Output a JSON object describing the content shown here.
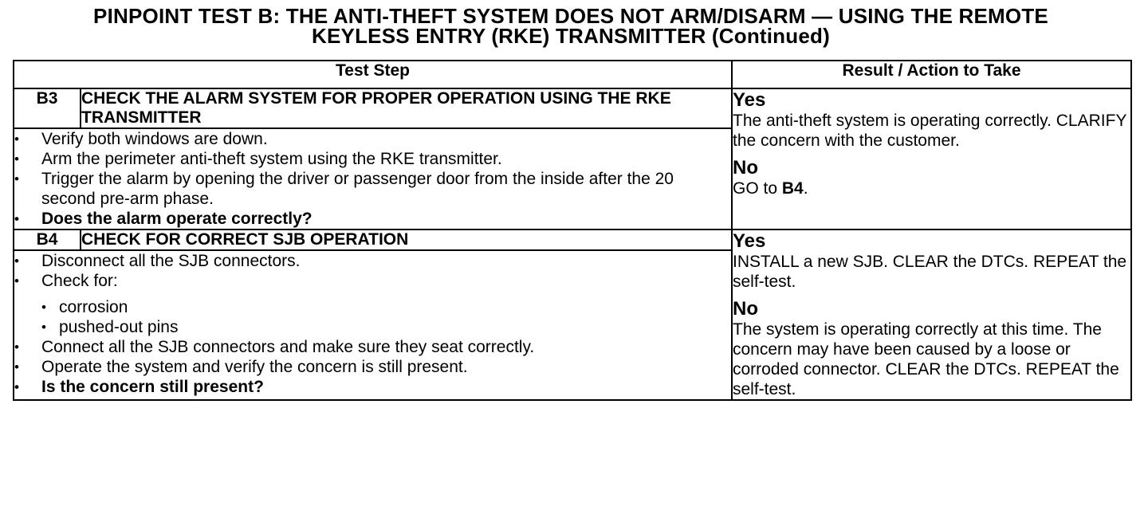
{
  "title": {
    "line1": "PINPOINT TEST  B: THE ANTI-THEFT SYSTEM DOES NOT ARM/DISARM — USING THE REMOTE",
    "line2": "KEYLESS ENTRY (RKE) TRANSMITTER (Continued)"
  },
  "table": {
    "header_step": "Test Step",
    "header_result": "Result / Action to Take"
  },
  "b3": {
    "id": "B3",
    "title": "CHECK THE ALARM SYSTEM FOR PROPER OPERATION USING THE RKE TRANSMITTER",
    "steps": [
      "Verify both windows are down.",
      "Arm the perimeter anti-theft system using the RKE transmitter.",
      "Trigger the alarm by opening the driver or passenger door from the inside after the 20 second pre-arm phase."
    ],
    "question": "Does the alarm operate correctly?",
    "yes_label": "Yes",
    "yes_text": "The anti-theft system is operating correctly. CLARIFY the concern with the customer.",
    "no_label": "No",
    "no_text_prefix": "GO to ",
    "no_ref": "B4",
    "no_text_suffix": "."
  },
  "b4": {
    "id": "B4",
    "title": "CHECK FOR CORRECT SJB OPERATION",
    "step1": "Disconnect all the SJB connectors.",
    "step2": "Check for:",
    "sub1": "corrosion",
    "sub2": "pushed-out pins",
    "step3": "Connect all the SJB connectors and make sure they seat correctly.",
    "step4": "Operate the system and verify the concern is still present.",
    "question": "Is the concern still present?",
    "yes_label": "Yes",
    "yes_text": "INSTALL a new SJB.  CLEAR the DTCs. REPEAT the self-test.",
    "no_label": "No",
    "no_text": "The system is operating correctly at this time. The concern may have been caused by a loose or corroded connector. CLEAR the DTCs. REPEAT the self-test."
  }
}
